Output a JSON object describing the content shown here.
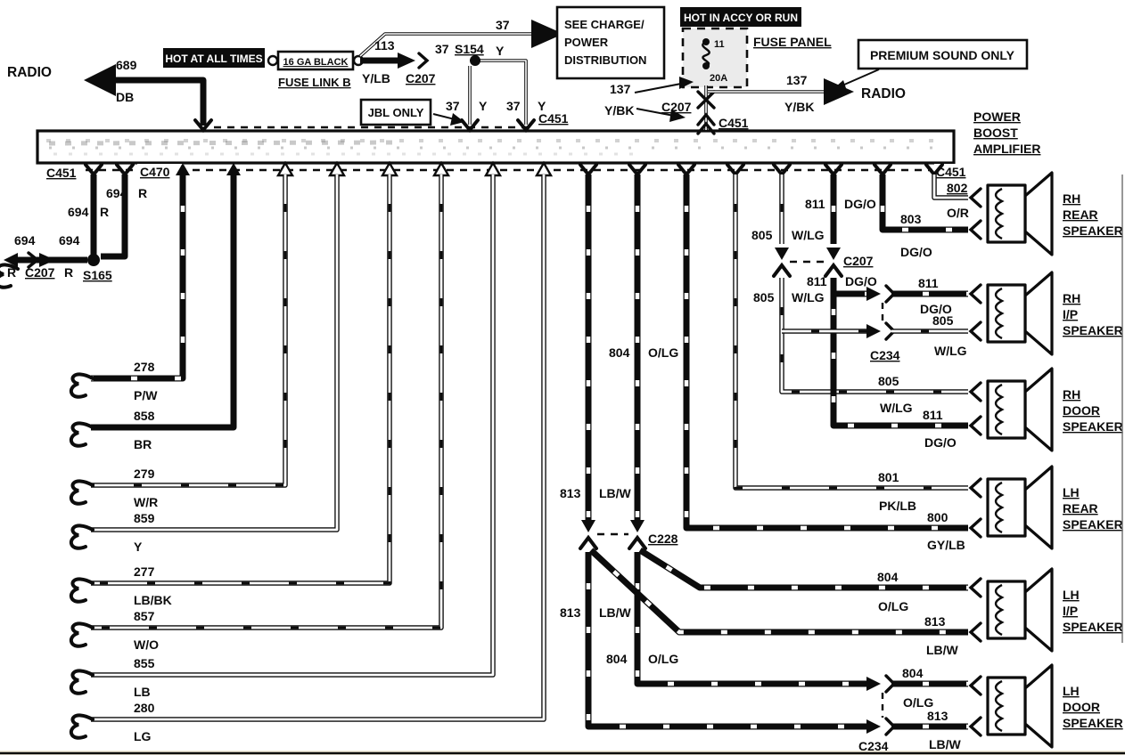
{
  "radio_left": "RADIO",
  "radio_right": "RADIO",
  "amp_label": {
    "l1": "POWER",
    "l2": "BOOST",
    "l3": "AMPLIFIER"
  },
  "callouts": {
    "hot_at_all_times": "HOT AT ALL TIMES",
    "fuse_link_box": "16 GA BLACK",
    "fuse_link_label": "FUSE LINK B",
    "see_charge_l1": "SEE CHARGE/",
    "see_charge_l2": "POWER",
    "see_charge_l3": "DISTRIBUTION",
    "jbl_only": "JBL ONLY",
    "hot_in_accy": "HOT IN ACCY OR RUN",
    "fuse_panel": "FUSE PANEL",
    "fuse_position": "11",
    "fuse_rating": "20A",
    "premium_sound": "PREMIUM SOUND ONLY"
  },
  "connectors": {
    "c451": "C451",
    "c470": "C470",
    "c207": "C207",
    "c228": "C228",
    "c234": "C234",
    "s154": "S154",
    "s165": "S165"
  },
  "wires": {
    "w689": {
      "num": "689",
      "color": "DB"
    },
    "w113": {
      "num": "113",
      "color": "Y/LB"
    },
    "w37": {
      "num": "37",
      "color": "Y"
    },
    "w137": {
      "num": "137",
      "color": "Y/BK"
    },
    "w694": {
      "num": "694",
      "color": "R"
    },
    "w278": {
      "num": "278",
      "color": "P/W"
    },
    "w858": {
      "num": "858",
      "color": "BR"
    },
    "w279": {
      "num": "279",
      "color": "W/R"
    },
    "w859": {
      "num": "859",
      "color": "Y"
    },
    "w277": {
      "num": "277",
      "color": "LB/BK"
    },
    "w857": {
      "num": "857",
      "color": "W/O"
    },
    "w855": {
      "num": "855",
      "color": "LB"
    },
    "w280": {
      "num": "280",
      "color": "LG"
    },
    "w800": {
      "num": "800",
      "color": "GY/LB"
    },
    "w801": {
      "num": "801",
      "color": "PK/LB"
    },
    "w802": {
      "num": "802",
      "color": "O/R"
    },
    "w803": {
      "num": "803",
      "color": "DG/O"
    },
    "w804": {
      "num": "804",
      "color": "O/LG"
    },
    "w805": {
      "num": "805",
      "color": "W/LG"
    },
    "w811": {
      "num": "811",
      "color": "DG/O"
    },
    "w813": {
      "num": "813",
      "color": "LB/W"
    }
  },
  "speakers": [
    {
      "l1": "RH",
      "l2": "REAR",
      "l3": "SPEAKER"
    },
    {
      "l1": "RH",
      "l2": "I/P",
      "l3": "SPEAKER"
    },
    {
      "l1": "RH",
      "l2": "DOOR",
      "l3": "SPEAKER"
    },
    {
      "l1": "LH",
      "l2": "REAR",
      "l3": "SPEAKER"
    },
    {
      "l1": "LH",
      "l2": "I/P",
      "l3": "SPEAKER"
    },
    {
      "l1": "LH",
      "l2": "DOOR",
      "l3": "SPEAKER"
    }
  ],
  "colors": {
    "ink": "#0c0c0c",
    "paper": "#ffffff"
  }
}
